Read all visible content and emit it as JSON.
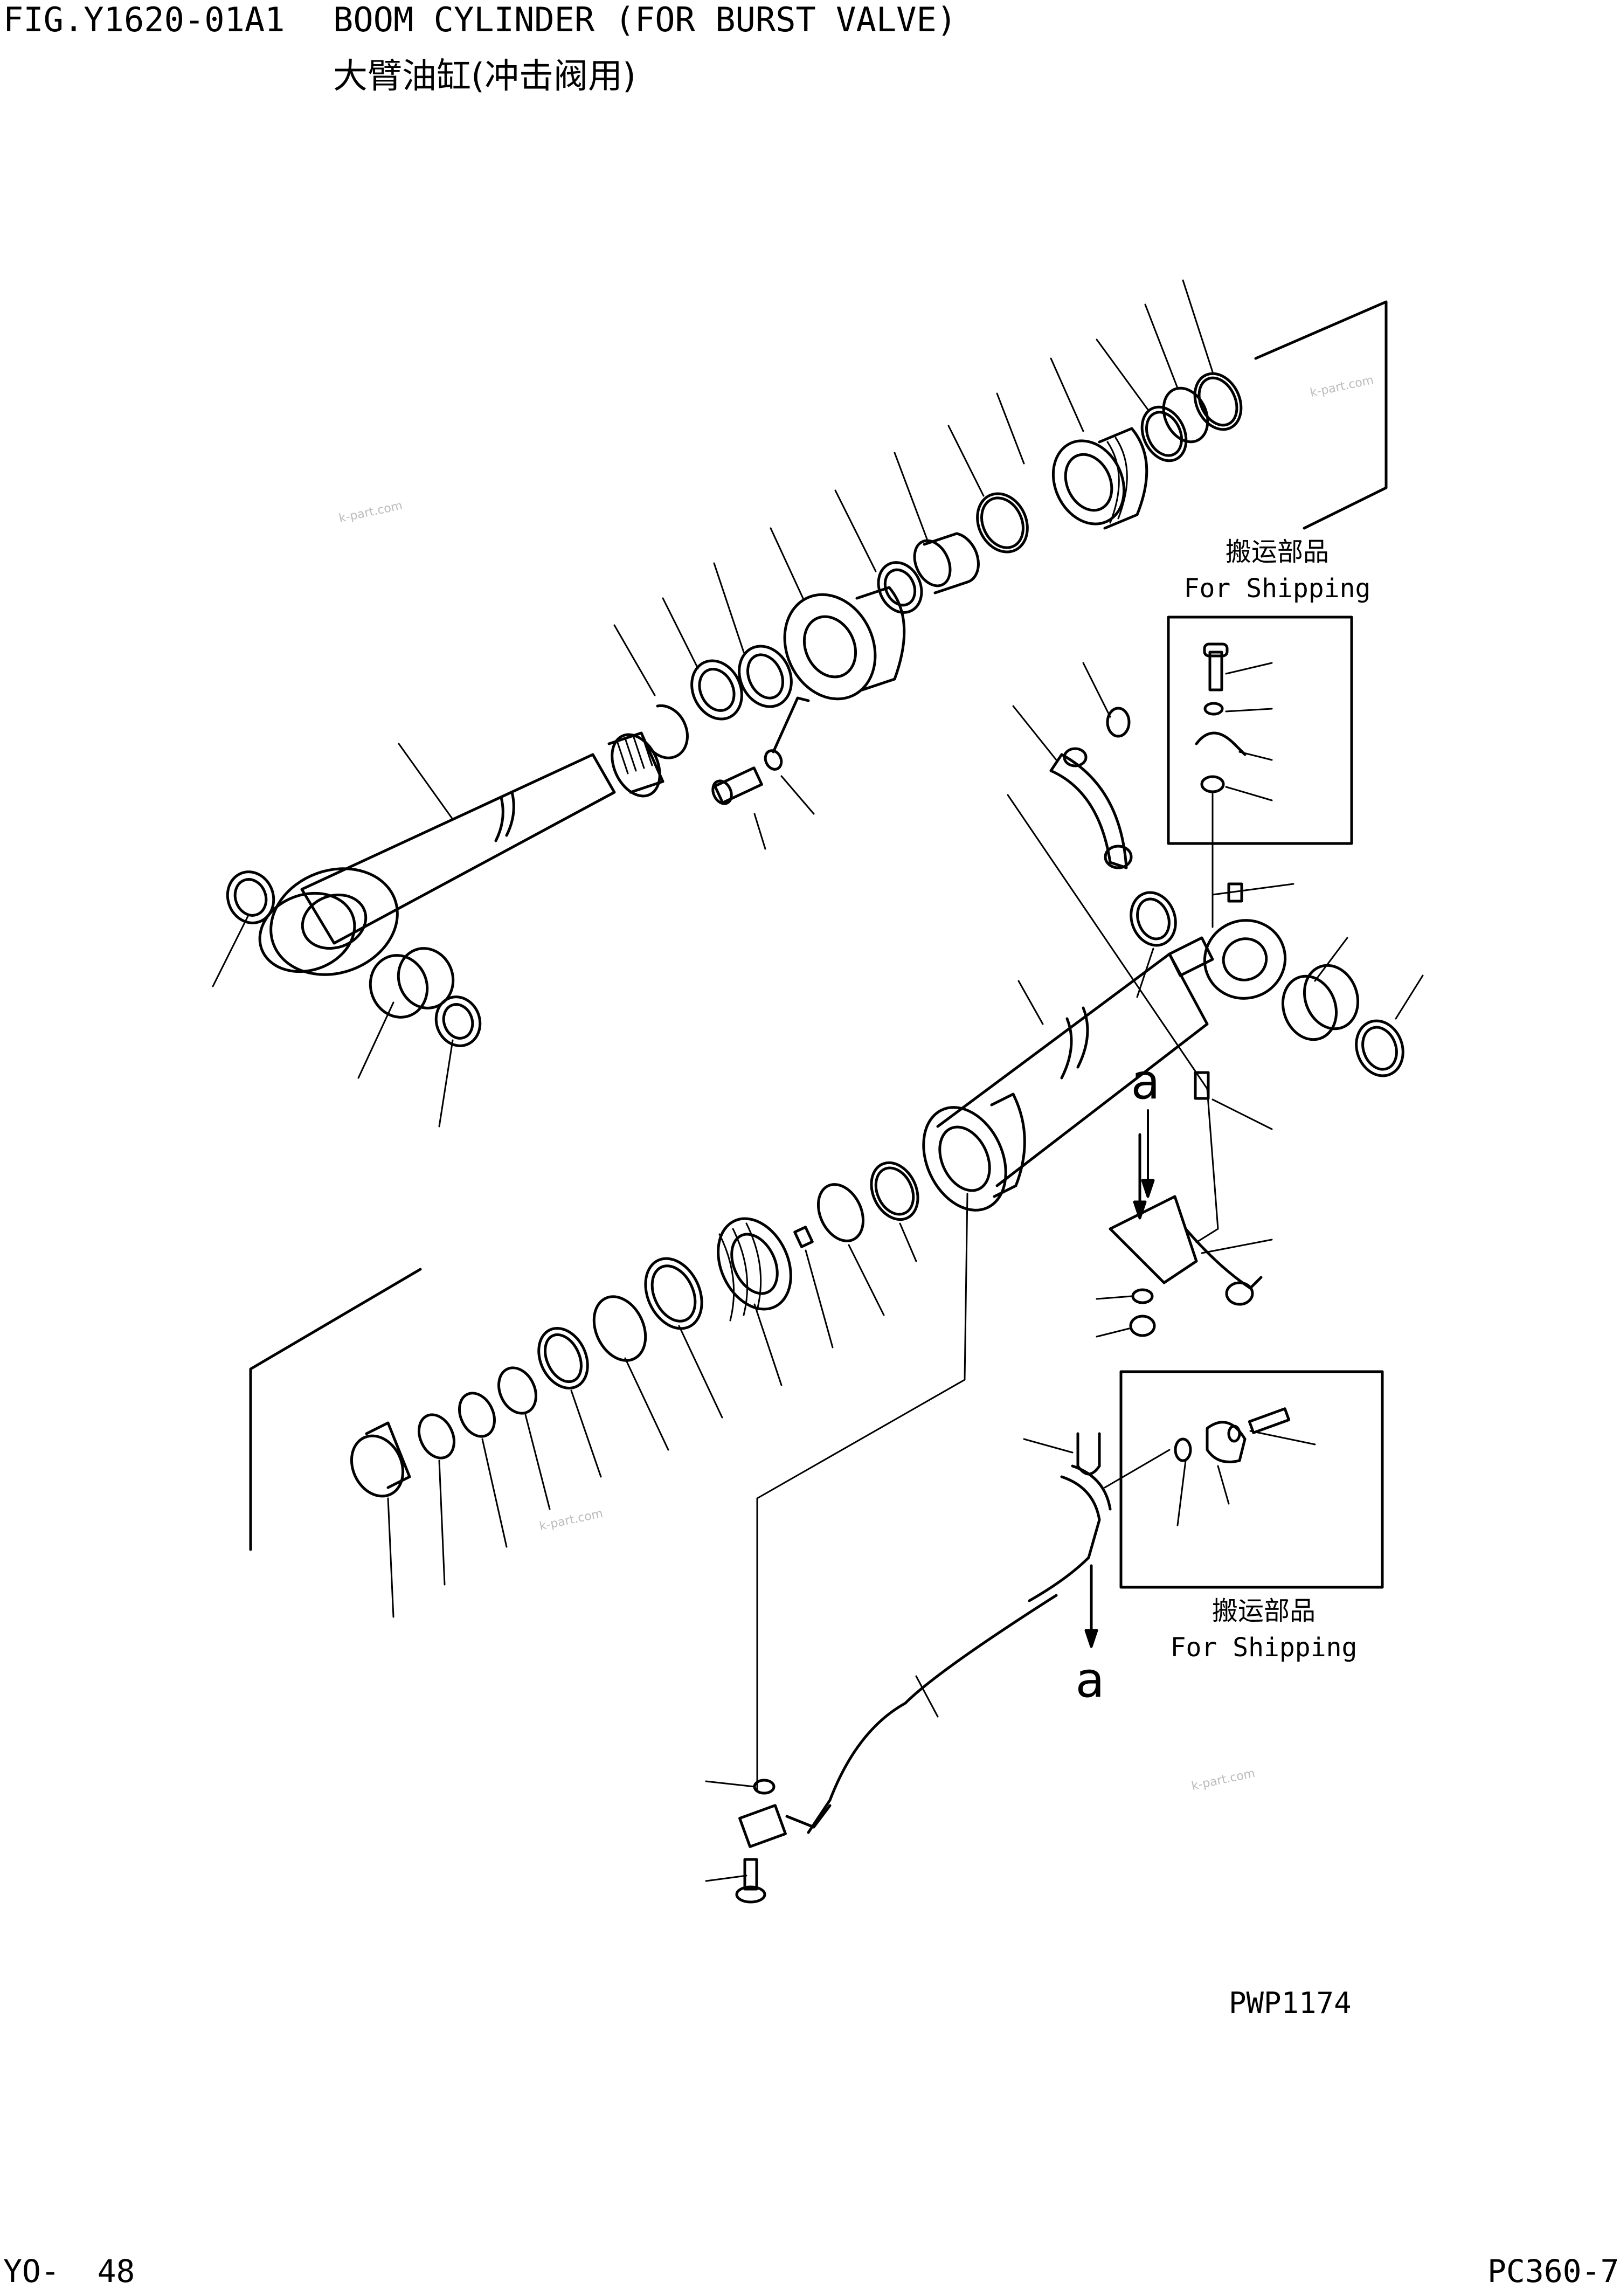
{
  "header": {
    "figure_code": "FIG.Y1620-01A1",
    "title": "BOOM CYLINDER (FOR BURST VALVE)",
    "title_cn": "大臂油缸(冲击阀用)"
  },
  "shipping_notes": [
    {
      "cn": "搬运部品",
      "en": "For Shipping"
    },
    {
      "cn": "搬运部品",
      "en": "For Shipping"
    }
  ],
  "reference_marks": [
    "a",
    "a"
  ],
  "watermarks": [
    "k-part.com",
    "k-part.com",
    "k-part.com",
    "k-part.com"
  ],
  "drawing_code": "PWP1174",
  "footer": {
    "page": "YO-  48",
    "model": "PC360-7"
  }
}
